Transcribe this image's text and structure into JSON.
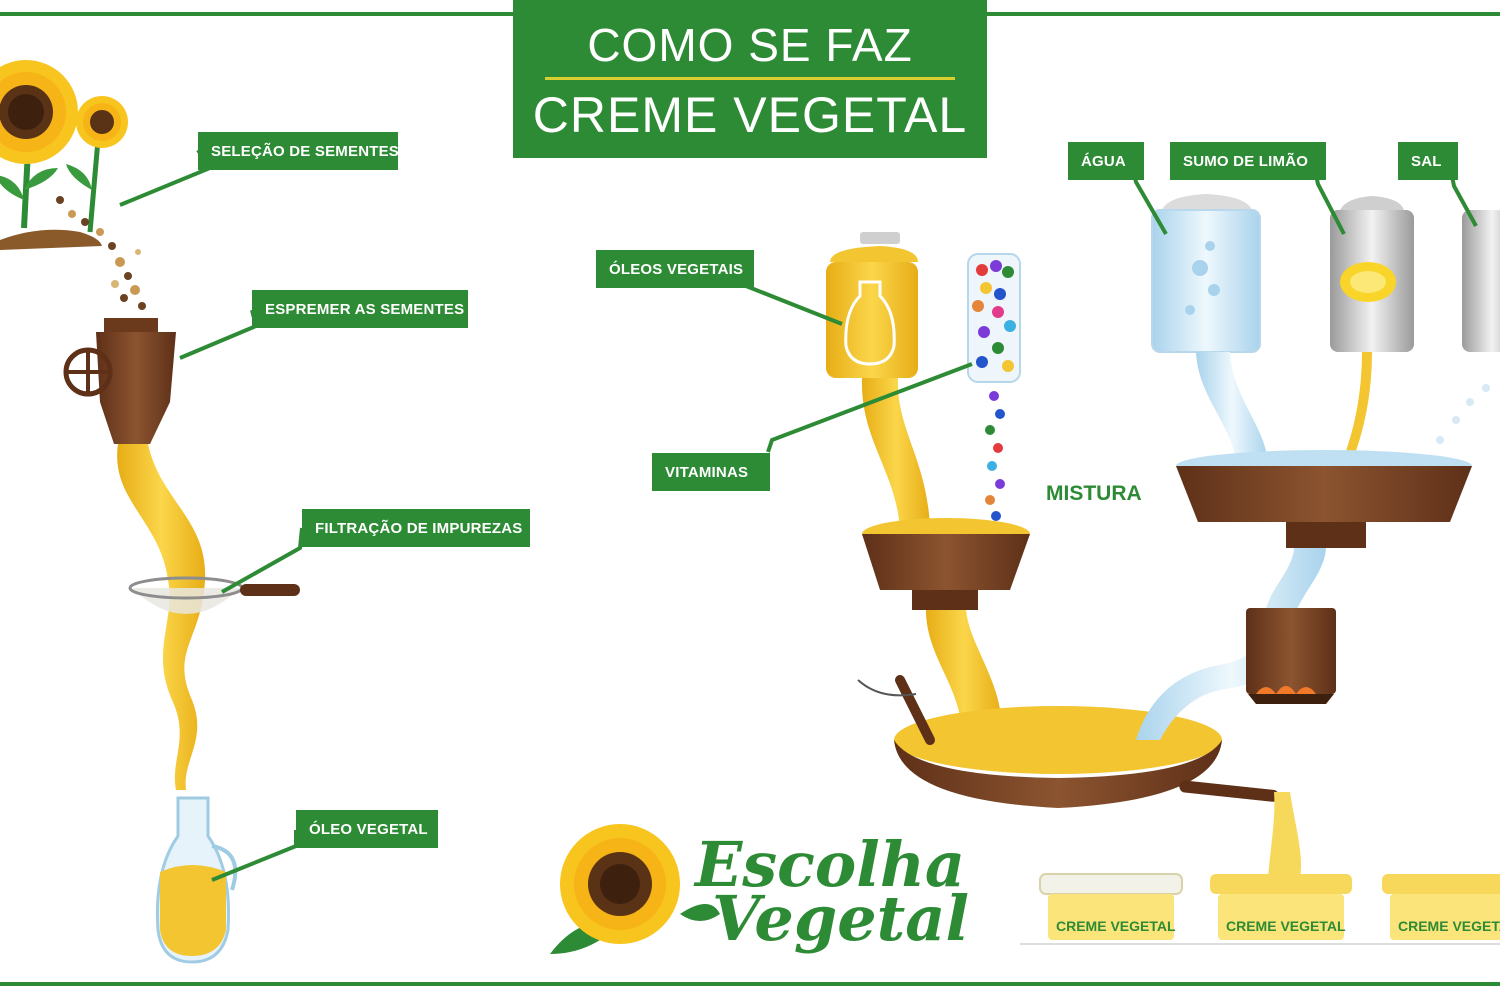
{
  "title": {
    "line1": "COMO SE FAZ",
    "line2": "CREME VEGETAL"
  },
  "labels": {
    "selecao": "SELEÇÃO DE SEMENTES",
    "espremer": "ESPREMER AS SEMENTES",
    "filtracao": "FILTRAÇÃO DE IMPUREZAS",
    "oleo_vegetal": "ÓLEO VEGETAL",
    "oleos_vegetais": "ÓLEOS VEGETAIS",
    "vitaminas": "VITAMINAS",
    "agua": "ÁGUA",
    "sumo_limao": "SUMO DE LIMÃO",
    "sal": "SAL",
    "mistura": "MISTURA"
  },
  "brand": {
    "line1": "Escolha",
    "line2": "Vegetal"
  },
  "tubs": [
    "CREME VEGETAL",
    "CREME VEGETAL",
    "CREME VEGETA"
  ],
  "colors": {
    "label_green": "#2e8b35",
    "title_rule": "#d9cf33",
    "oil_yellow": "#f3c531",
    "brown": "#7a4223",
    "water_blue": "#bfe0f2",
    "sunflower_yellow": "#f8c51f"
  },
  "icons": [
    "sunflower-icon",
    "seed-press-icon",
    "strainer-icon",
    "oil-jug-icon",
    "vitamins-tube-icon",
    "water-tank-icon",
    "lemon-tank-icon",
    "salt-tank-icon",
    "mixing-bowl-icon",
    "cooking-pan-icon",
    "spoon-icon",
    "burner-icon",
    "margarine-tub-icon"
  ]
}
